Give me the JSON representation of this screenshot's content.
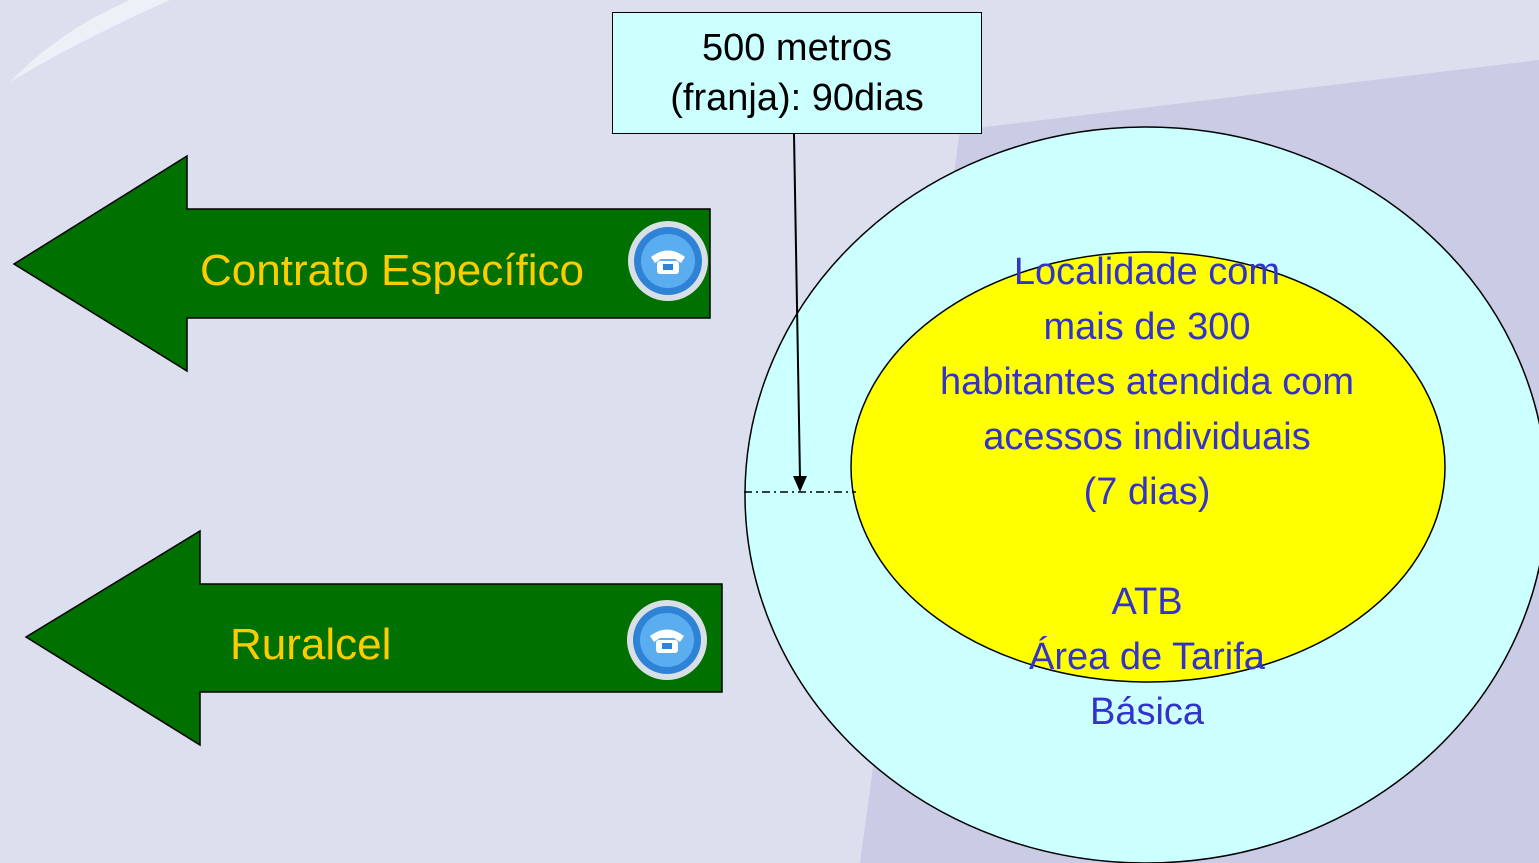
{
  "colors": {
    "background": "#dcdfee",
    "background_right": "#c9cce4",
    "arrow_fill": "#007000",
    "arrow_text": "#ffcc00",
    "outer_circle": "#ccffff",
    "inner_circle": "#ffff00",
    "inner_text": "#3333cc",
    "callout_fill": "#ccffff"
  },
  "arrows": [
    {
      "label": "Contrato Específico",
      "icon": "telephone-icon"
    },
    {
      "label": "Ruralcel",
      "icon": "telephone-icon"
    }
  ],
  "callout": {
    "line1": "500 metros",
    "line2": "(franja): 90dias"
  },
  "inner_circle_text": {
    "lines": [
      "Localidade com",
      "mais de 300",
      "habitantes atendida com",
      "acessos individuais",
      "(7 dias)"
    ],
    "atb_lines": [
      "ATB",
      "Área de Tarifa",
      "Básica"
    ]
  }
}
